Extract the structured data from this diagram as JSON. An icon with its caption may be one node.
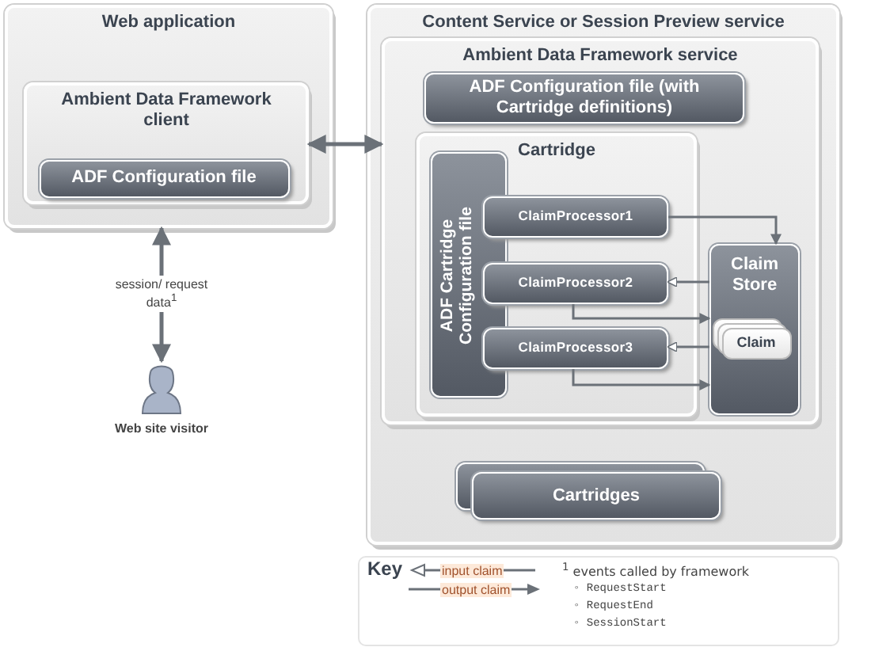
{
  "diagram": {
    "nodes": [
      {
        "text": [
          "Web application"
        ]
      },
      {
        "text": [
          "Ambient Data Framework client"
        ],
        "in": 0
      },
      {
        "text": [
          "ADF Configuration file"
        ],
        "in": 1
      },
      {
        "text": [],
        "shape": "person",
        "beside": [
          "Web site visitor"
        ]
      },
      {
        "text": [
          "Content Service or Session Preview service"
        ]
      },
      {
        "text": [
          "Ambient Data Framework service"
        ],
        "in": 4
      },
      {
        "text": [
          "ADF Configuration file (with Cartridge definitions)"
        ],
        "in": 5
      },
      {
        "text": [
          "Cartridge"
        ],
        "in": 5
      },
      {
        "text": [
          "ADF Cartridge Configuration file"
        ],
        "in": 7
      },
      {
        "text": [
          "ClaimProcessor1"
        ],
        "in": 7
      },
      {
        "text": [
          "ClaimProcessor2"
        ],
        "in": 7
      },
      {
        "text": [
          "ClaimProcessor3"
        ],
        "in": 7
      },
      {
        "text": [
          "Claim Store"
        ],
        "in": 5
      },
      {
        "text": [
          "Claim"
        ],
        "in": 12
      },
      {
        "text": [
          "Cartridges"
        ],
        "in": 4
      }
    ],
    "edges": [
      {
        "from": 1,
        "to": 5,
        "arrow": "both"
      },
      {
        "from": 0,
        "to": 3,
        "arrow": "both",
        "label": "session/ request data$^{1}$"
      },
      {
        "from": 9,
        "to": 12,
        "arrow": "to"
      },
      {
        "from": 12,
        "to": 10,
        "arrow": "to"
      },
      {
        "from": 10,
        "to": 12,
        "arrow": "to"
      },
      {
        "from": 12,
        "to": 11,
        "arrow": "to"
      },
      {
        "from": 11,
        "to": 12,
        "arrow": "to"
      }
    ],
    "labels": [
      "Key",
      "$^{1}$ events called by framework",
      "◦ RequestStart",
      "◦ RequestEnd",
      "◦ SessionStart"
    ],
    "legend": [
      {
        "text": "input claim"
      },
      {
        "text": "output claim"
      }
    ]
  }
}
